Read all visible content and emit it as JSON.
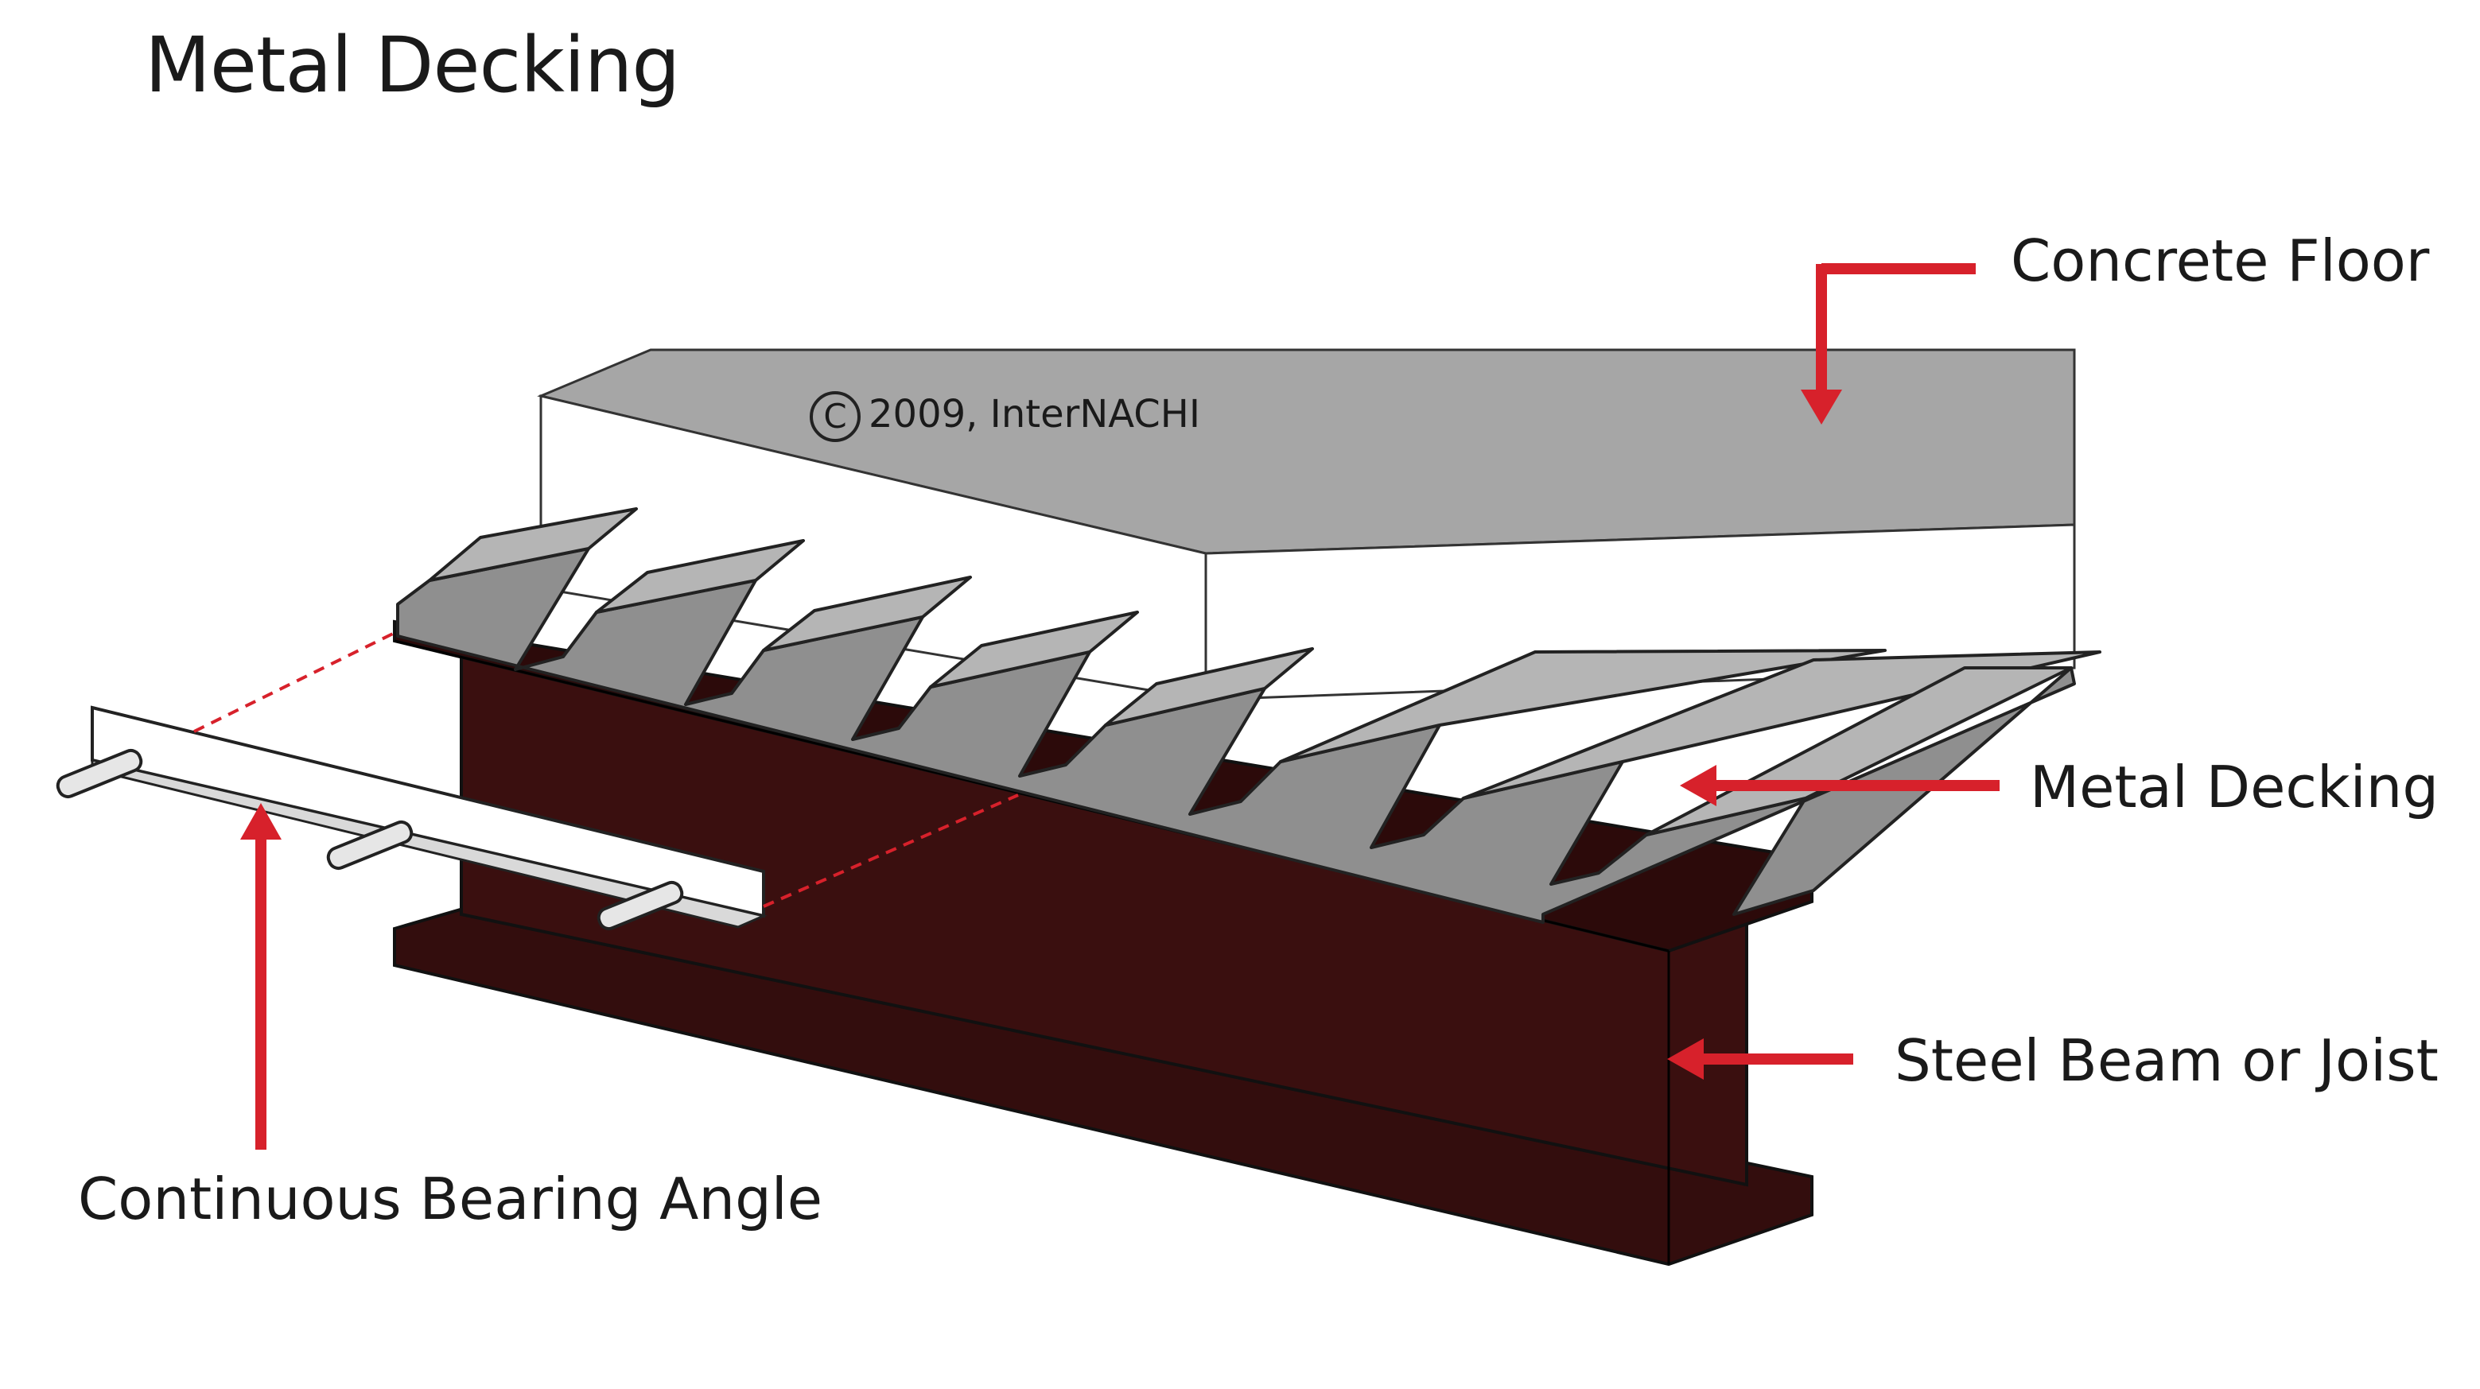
{
  "title": "Metal Decking",
  "copyright": {
    "symbol": "C",
    "text": "2009, InterNACHI"
  },
  "labels": {
    "concrete_floor": "Concrete Floor",
    "metal_decking": "Metal Decking",
    "steel_beam": "Steel Beam or Joist",
    "bearing_angle": "Continuous Bearing Angle"
  },
  "colors": {
    "arrow": "#d7212b",
    "beam": "#330d0d",
    "concrete_top": "#a6a6a6",
    "deck": "#9a9a9a"
  }
}
